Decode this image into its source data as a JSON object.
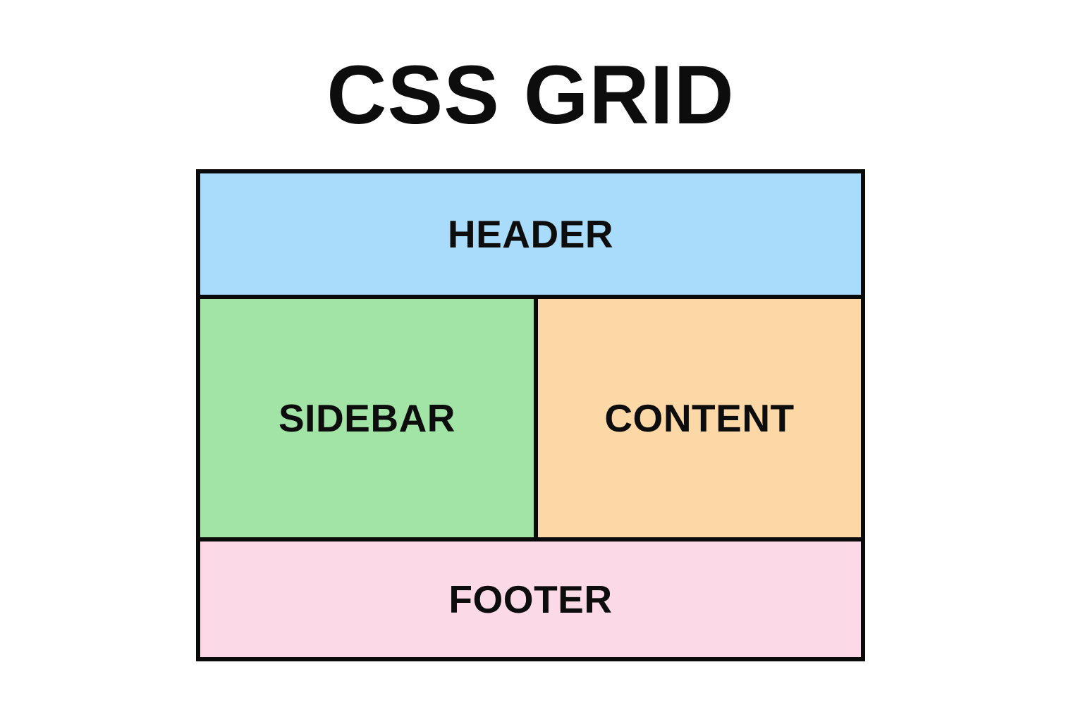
{
  "title": "CSS GRID",
  "colors": {
    "background": "#ffffff",
    "border": "#0a0a0a",
    "text": "#0d0d0d",
    "header_bg": "#a9dcfa",
    "sidebar_bg": "#a2e3a6",
    "content_bg": "#fcd8a6",
    "footer_bg": "#fbd9e6"
  },
  "diagram": {
    "panels": [
      {
        "id": "header",
        "label": "HEADER"
      },
      {
        "id": "sidebar",
        "label": "SIDEBAR"
      },
      {
        "id": "content",
        "label": "CONTENT"
      },
      {
        "id": "footer",
        "label": "FOOTER"
      }
    ]
  }
}
